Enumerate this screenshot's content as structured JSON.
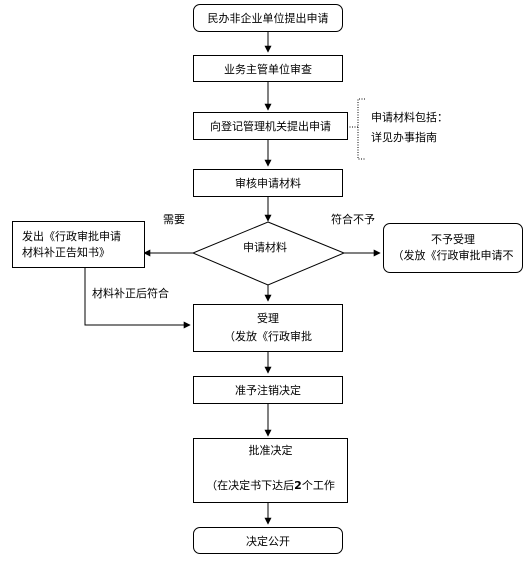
{
  "nodes": {
    "apply": "民办非企业单位提出申请",
    "review_dept": "业务主管单位审查",
    "submit": "向登记管理机关提出申请",
    "audit": "审核申请材料",
    "decision": "申请材料",
    "correction_line1": "发出《行政审批申请",
    "correction_line2": "材料补正告知书》",
    "reject_line1": "不予受理",
    "reject_line2": "（发放《行政审批申请不",
    "accept_line1": "受理",
    "accept_line2": "（发放《行政审批",
    "approve_cancel": "准予注销决定",
    "approve_line1": "批准决定",
    "approve_line2_pre": "（在决定书下达后",
    "approve_line2_num": "2",
    "approve_line2_post": "个工作",
    "publish": "决定公开"
  },
  "note": {
    "line1": "申请材料包括：",
    "line2": "详见办事指南"
  },
  "edge_labels": {
    "need": "需要",
    "not_comply": "符合不予",
    "after_correction": "材料补正后符合"
  }
}
